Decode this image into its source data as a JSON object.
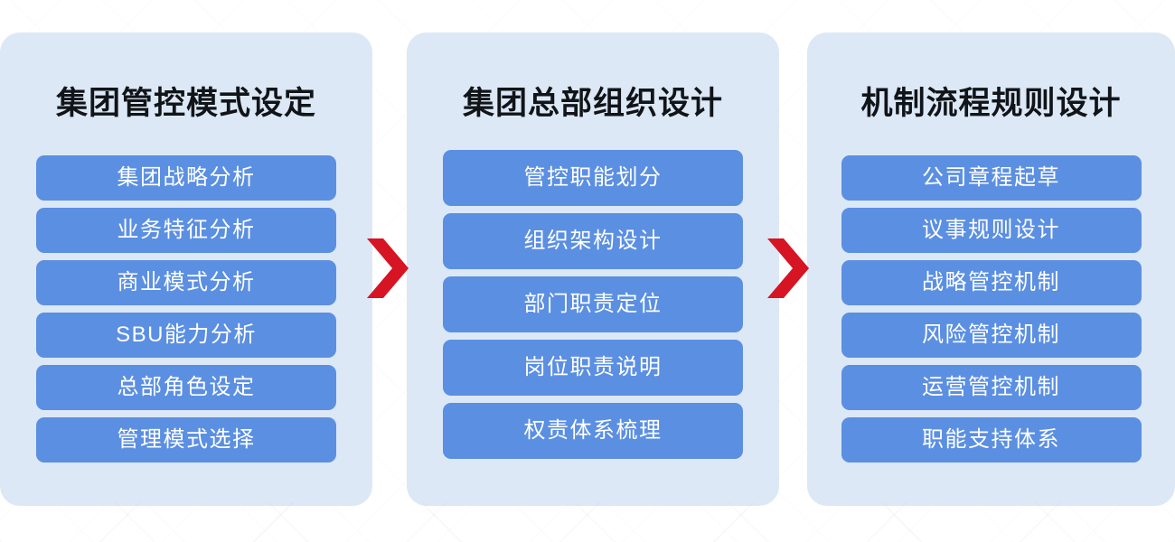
{
  "colors": {
    "card_background": "#dce8f6",
    "pill_background": "#5b8fe2",
    "pill_text": "#ffffff",
    "title_text": "#111418",
    "arrow": "#d61423",
    "page_background": "#ffffff"
  },
  "columns": [
    {
      "id": "group-control-mode-setting",
      "title": "集团管控模式设定",
      "items": [
        "集团战略分析",
        "业务特征分析",
        "商业模式分析",
        "SBU能力分析",
        "总部角色设定",
        "管理模式选择"
      ]
    },
    {
      "id": "group-hq-organization-design",
      "title": "集团总部组织设计",
      "items": [
        "管控职能划分",
        "组织架构设计",
        "部门职责定位",
        "岗位职责说明",
        "权责体系梳理"
      ]
    },
    {
      "id": "mechanism-process-rule-design",
      "title": "机制流程规则设计",
      "items": [
        "公司章程起草",
        "议事规则设计",
        "战略管控机制",
        "风险管控机制",
        "运营管控机制",
        "职能支持体系"
      ]
    }
  ],
  "connectors": [
    {
      "id": "arrow-1",
      "icon": "chevron-right-icon"
    },
    {
      "id": "arrow-2",
      "icon": "chevron-right-icon"
    }
  ]
}
